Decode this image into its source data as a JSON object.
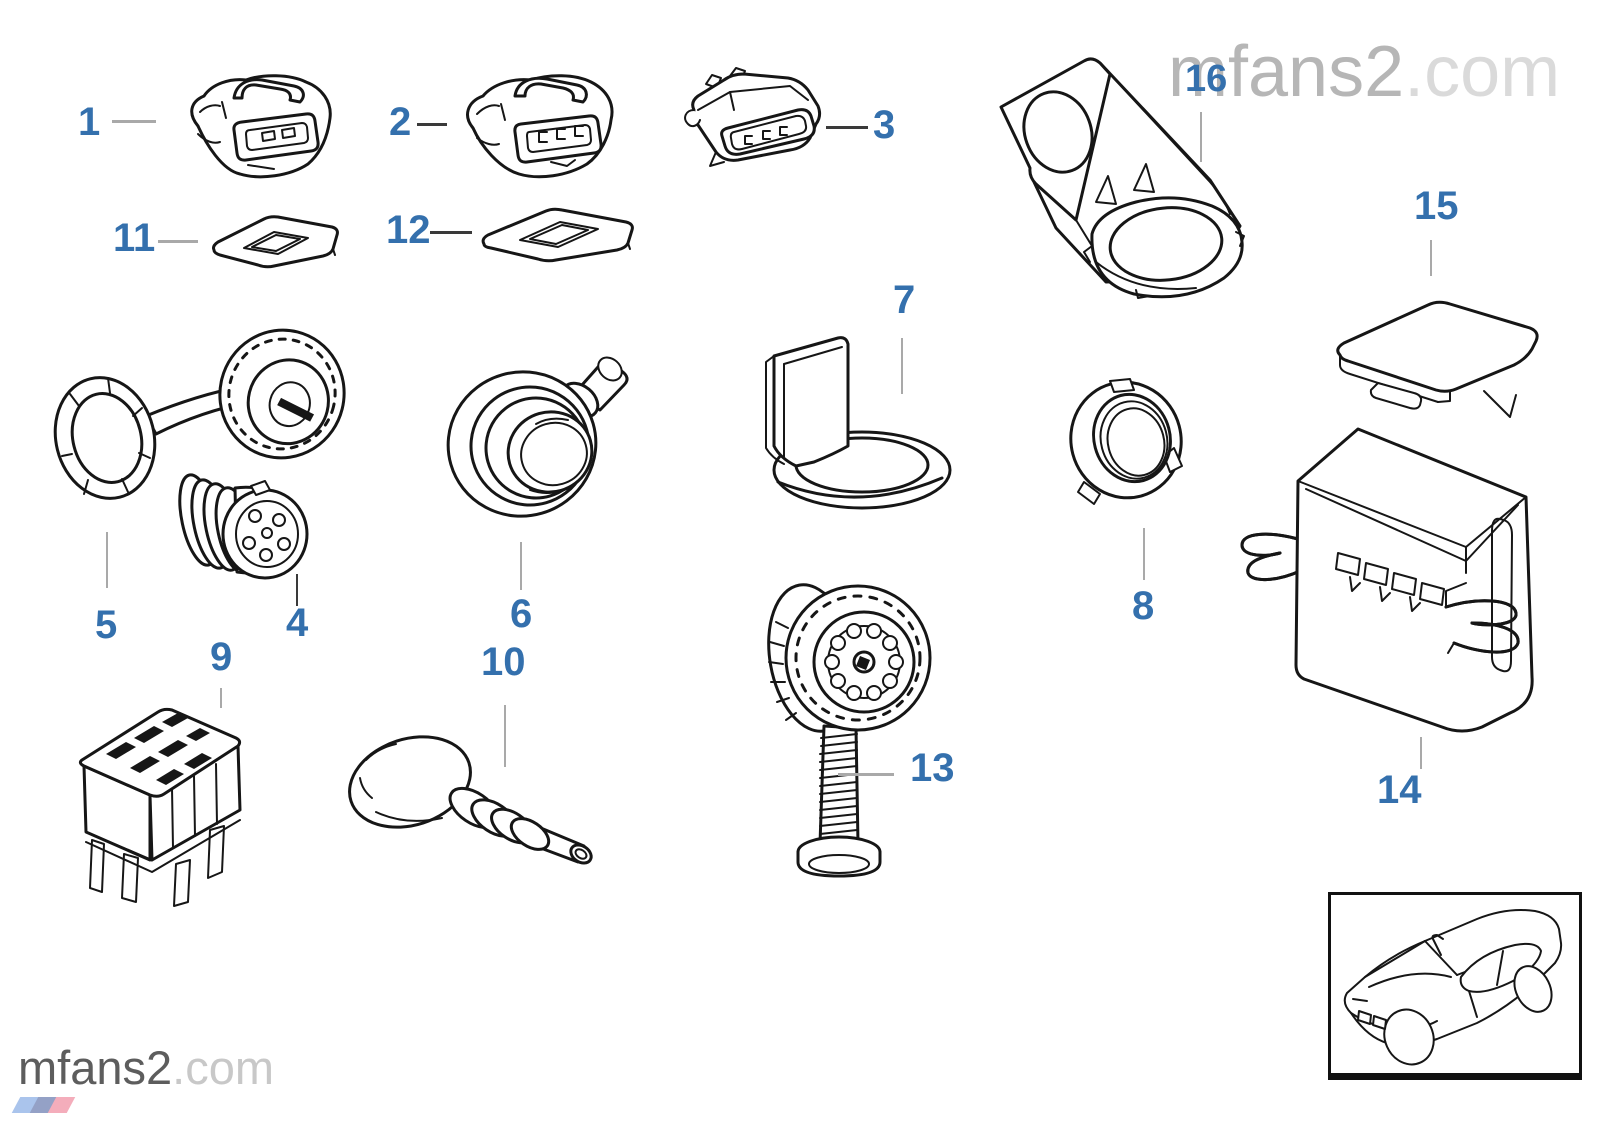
{
  "diagram": {
    "parts": [
      {
        "number": "1"
      },
      {
        "number": "2"
      },
      {
        "number": "3"
      },
      {
        "number": "4"
      },
      {
        "number": "5"
      },
      {
        "number": "6"
      },
      {
        "number": "7"
      },
      {
        "number": "8"
      },
      {
        "number": "9"
      },
      {
        "number": "10"
      },
      {
        "number": "11"
      },
      {
        "number": "12"
      },
      {
        "number": "13"
      },
      {
        "number": "14"
      },
      {
        "number": "15"
      },
      {
        "number": "16"
      }
    ]
  },
  "watermarks": {
    "top_right": {
      "brand": "mfans2",
      "suffix": ".com"
    },
    "bottom_left": {
      "brand": "mfans2",
      "suffix": ".com"
    }
  },
  "colors": {
    "part_label_blue": "#3470ad",
    "leader_line_gray": "#a9a9a9",
    "line_art_black": "#161616",
    "watermark_top_brand": "#b6b6b6",
    "watermark_top_suffix": "#dadada",
    "watermark_bottom_brand": "#5d5d5d",
    "watermark_bottom_suffix": "#c8c8c8",
    "logo_stripe_lightblue": "#aac4ec",
    "logo_stripe_darkblue": "#94a1c6",
    "logo_stripe_red": "#f4adbb"
  }
}
